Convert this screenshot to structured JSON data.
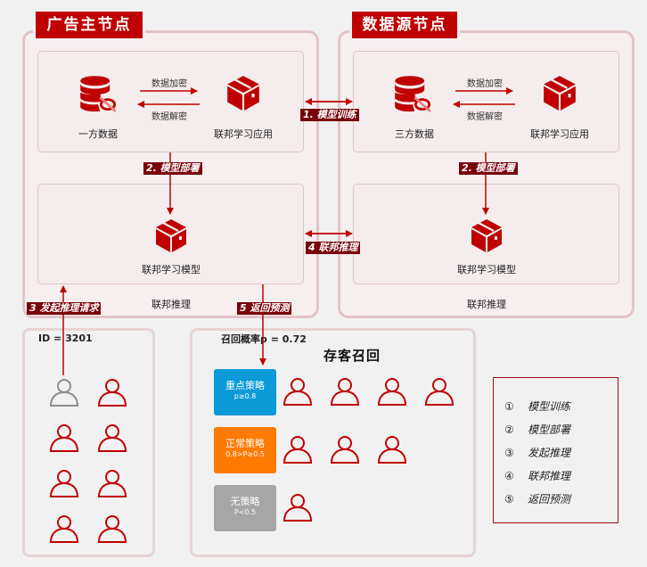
{
  "advertiser_node": {
    "title": "广告主节点",
    "data_label": "一方数据",
    "app_label": "联邦学习应用",
    "encrypt_label": "数据加密",
    "decrypt_label": "数据解密",
    "model_label": "联邦学习模型",
    "inference_label": "联邦推理"
  },
  "datasource_node": {
    "title": "数据源节点",
    "data_label": "三方数据",
    "app_label": "联邦学习应用",
    "encrypt_label": "数据加密",
    "decrypt_label": "数据解密",
    "model_label": "联邦学习模型",
    "inference_label": "联邦推理"
  },
  "steps": {
    "train": "1. 模型训练",
    "deploy_left": "2. 模型部署",
    "deploy_right": "2. 模型部署",
    "request": "3 发起推理请求",
    "federated": "4 联邦推理",
    "return": "5 返回预测"
  },
  "user_panel": {
    "id_label": "ID = 3201",
    "user_count": 8,
    "highlighted_user_index": 0
  },
  "recall_panel": {
    "probability_label": "召回概率p = 0.72",
    "title": "存客召回",
    "strategies": [
      {
        "name": "重点策略",
        "condition": "p≥0.8",
        "color": "#0b9ad8",
        "user_count": 4
      },
      {
        "name": "正常策略",
        "condition": "0.8>P≥0.5",
        "color": "#ff7a00",
        "user_count": 3
      },
      {
        "name": "无策略",
        "condition": "P<0.5",
        "color": "#a6a6a6",
        "user_count": 1
      }
    ]
  },
  "legend": {
    "items": [
      {
        "num": "①",
        "label": "模型训练"
      },
      {
        "num": "②",
        "label": "模型部署"
      },
      {
        "num": "③",
        "label": "发起推理"
      },
      {
        "num": "④",
        "label": "联邦推理"
      },
      {
        "num": "⑤",
        "label": "返回预测"
      }
    ]
  },
  "colors": {
    "accent": "#c00000",
    "step_bg": "#7a0008",
    "user_icon": "#c00000",
    "user_icon_inactive": "#8c8c8c"
  }
}
